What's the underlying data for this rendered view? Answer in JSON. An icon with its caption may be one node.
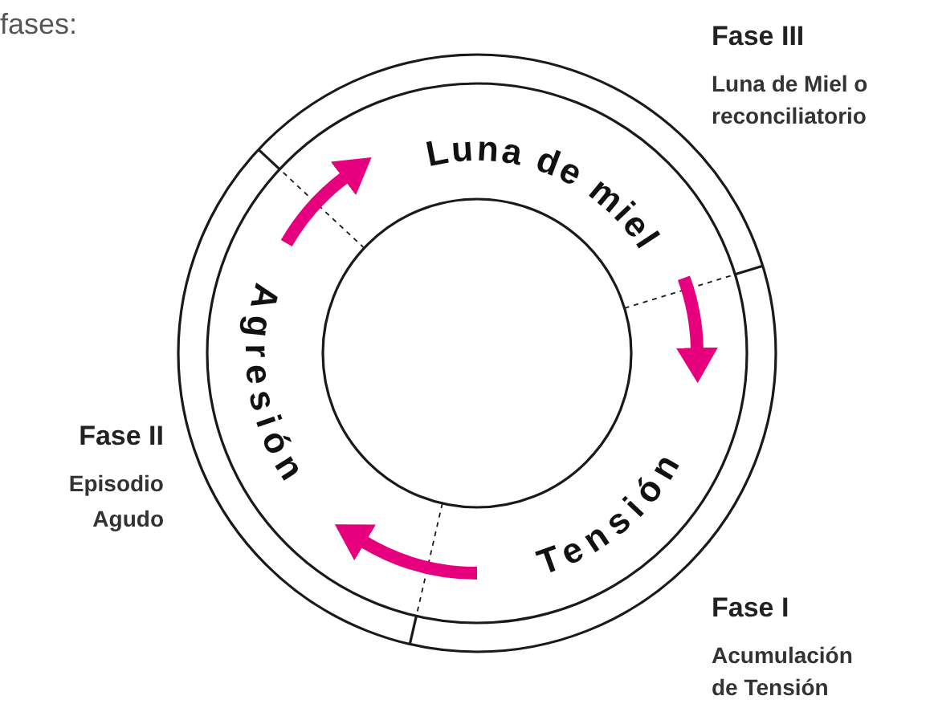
{
  "diagram": {
    "nodes": [
      {
        "text": [
          "Luna de miel"
        ]
      },
      {
        "text": [
          "Tensión"
        ]
      },
      {
        "text": [
          "Agresión"
        ]
      }
    ],
    "edges": [
      {
        "from": 2,
        "to": 0,
        "arrow": "to"
      },
      {
        "from": 0,
        "to": 1,
        "arrow": "to"
      },
      {
        "from": 1,
        "to": 2,
        "arrow": "to"
      }
    ],
    "labels": [
      "fases:",
      "Fase III",
      "Luna de Miel o reconciliatorio",
      "Fase II",
      "Episodio Agudo",
      "Fase I",
      "Acumulación de Tensión"
    ]
  }
}
